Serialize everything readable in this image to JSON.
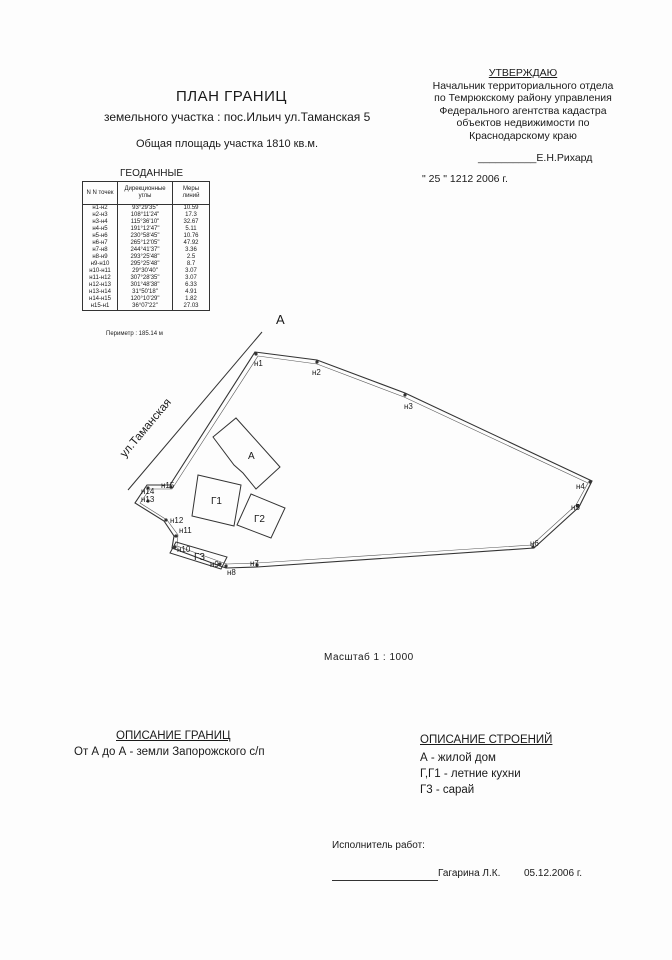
{
  "header": {
    "title": "ПЛАН ГРАНИЦ",
    "subtitle": "земельного участка : пос.Ильич ул.Таманская 5",
    "area": "Общая площадь участка 1810 кв.м."
  },
  "approval": {
    "heading": "УТВЕРЖДАЮ",
    "line1": "Начальник территориального отдела",
    "line2": "по Темрюкскому району управления",
    "line3": "Федерального агентства кадастра",
    "line4": "объектов недвижимости по",
    "line5": "Краснодарскому краю",
    "signatory": "Е.Н.Рихард",
    "date_text": "\"  25  \"  1212  2006 г."
  },
  "geodata": {
    "title": "ГЕОДАННЫЕ",
    "columns": [
      "N N точек",
      "Дирекционные углы",
      "Меры линий"
    ],
    "rows": [
      [
        "н1-н2",
        "93°29'35\"",
        "10.59"
      ],
      [
        "н2-н3",
        "108°11'24\"",
        "17.3"
      ],
      [
        "н3-н4",
        "115°36'10\"",
        "32.67"
      ],
      [
        "н4-н5",
        "191°12'47\"",
        "5.11"
      ],
      [
        "н5-н6",
        "230°58'45\"",
        "10.76"
      ],
      [
        "н6-н7",
        "265°12'05\"",
        "47.92"
      ],
      [
        "н7-н8",
        "244°41'37\"",
        "3.36"
      ],
      [
        "н8-н9",
        "293°25'48\"",
        "2.5"
      ],
      [
        "н9-н10",
        "295°25'48\"",
        "8.7"
      ],
      [
        "н10-н11",
        "29°30'40\"",
        "3.07"
      ],
      [
        "н11-н12",
        "307°28'35\"",
        "3.07"
      ],
      [
        "н12-н13",
        "301°48'38\"",
        "6.33"
      ],
      [
        "н13-н14",
        "31°50'18\"",
        "4.91"
      ],
      [
        "н14-н15",
        "120°10'29\"",
        "1.82"
      ],
      [
        "н15-н1",
        "36°07'22\"",
        "27.03"
      ]
    ],
    "perimeter": "Периметр : 185.14 м"
  },
  "plan": {
    "point_A": "А",
    "street": "ул.Таманская",
    "points": [
      "н1",
      "н2",
      "н3",
      "н4",
      "н5",
      "н6",
      "н7",
      "н8",
      "н9",
      "н10",
      "н11",
      "н12",
      "н13",
      "н14",
      "н15"
    ],
    "buildings": [
      "А",
      "Г1",
      "Г2",
      "Г3"
    ]
  },
  "scale": "Масштаб   1 : 1000",
  "boundaries": {
    "title": "ОПИСАНИЕ ГРАНИЦ",
    "text": "От А до А - земли Запорожского с/п"
  },
  "buildings_desc": {
    "title": "ОПИСАНИЕ СТРОЕНИЙ",
    "items": [
      "А - жилой дом",
      "Г,Г1 - летние кухни",
      "Г3 - сарай"
    ]
  },
  "executor": {
    "label": "Исполнитель работ:",
    "name": "Гагарина Л.К.",
    "date": "05.12.2006  г."
  }
}
